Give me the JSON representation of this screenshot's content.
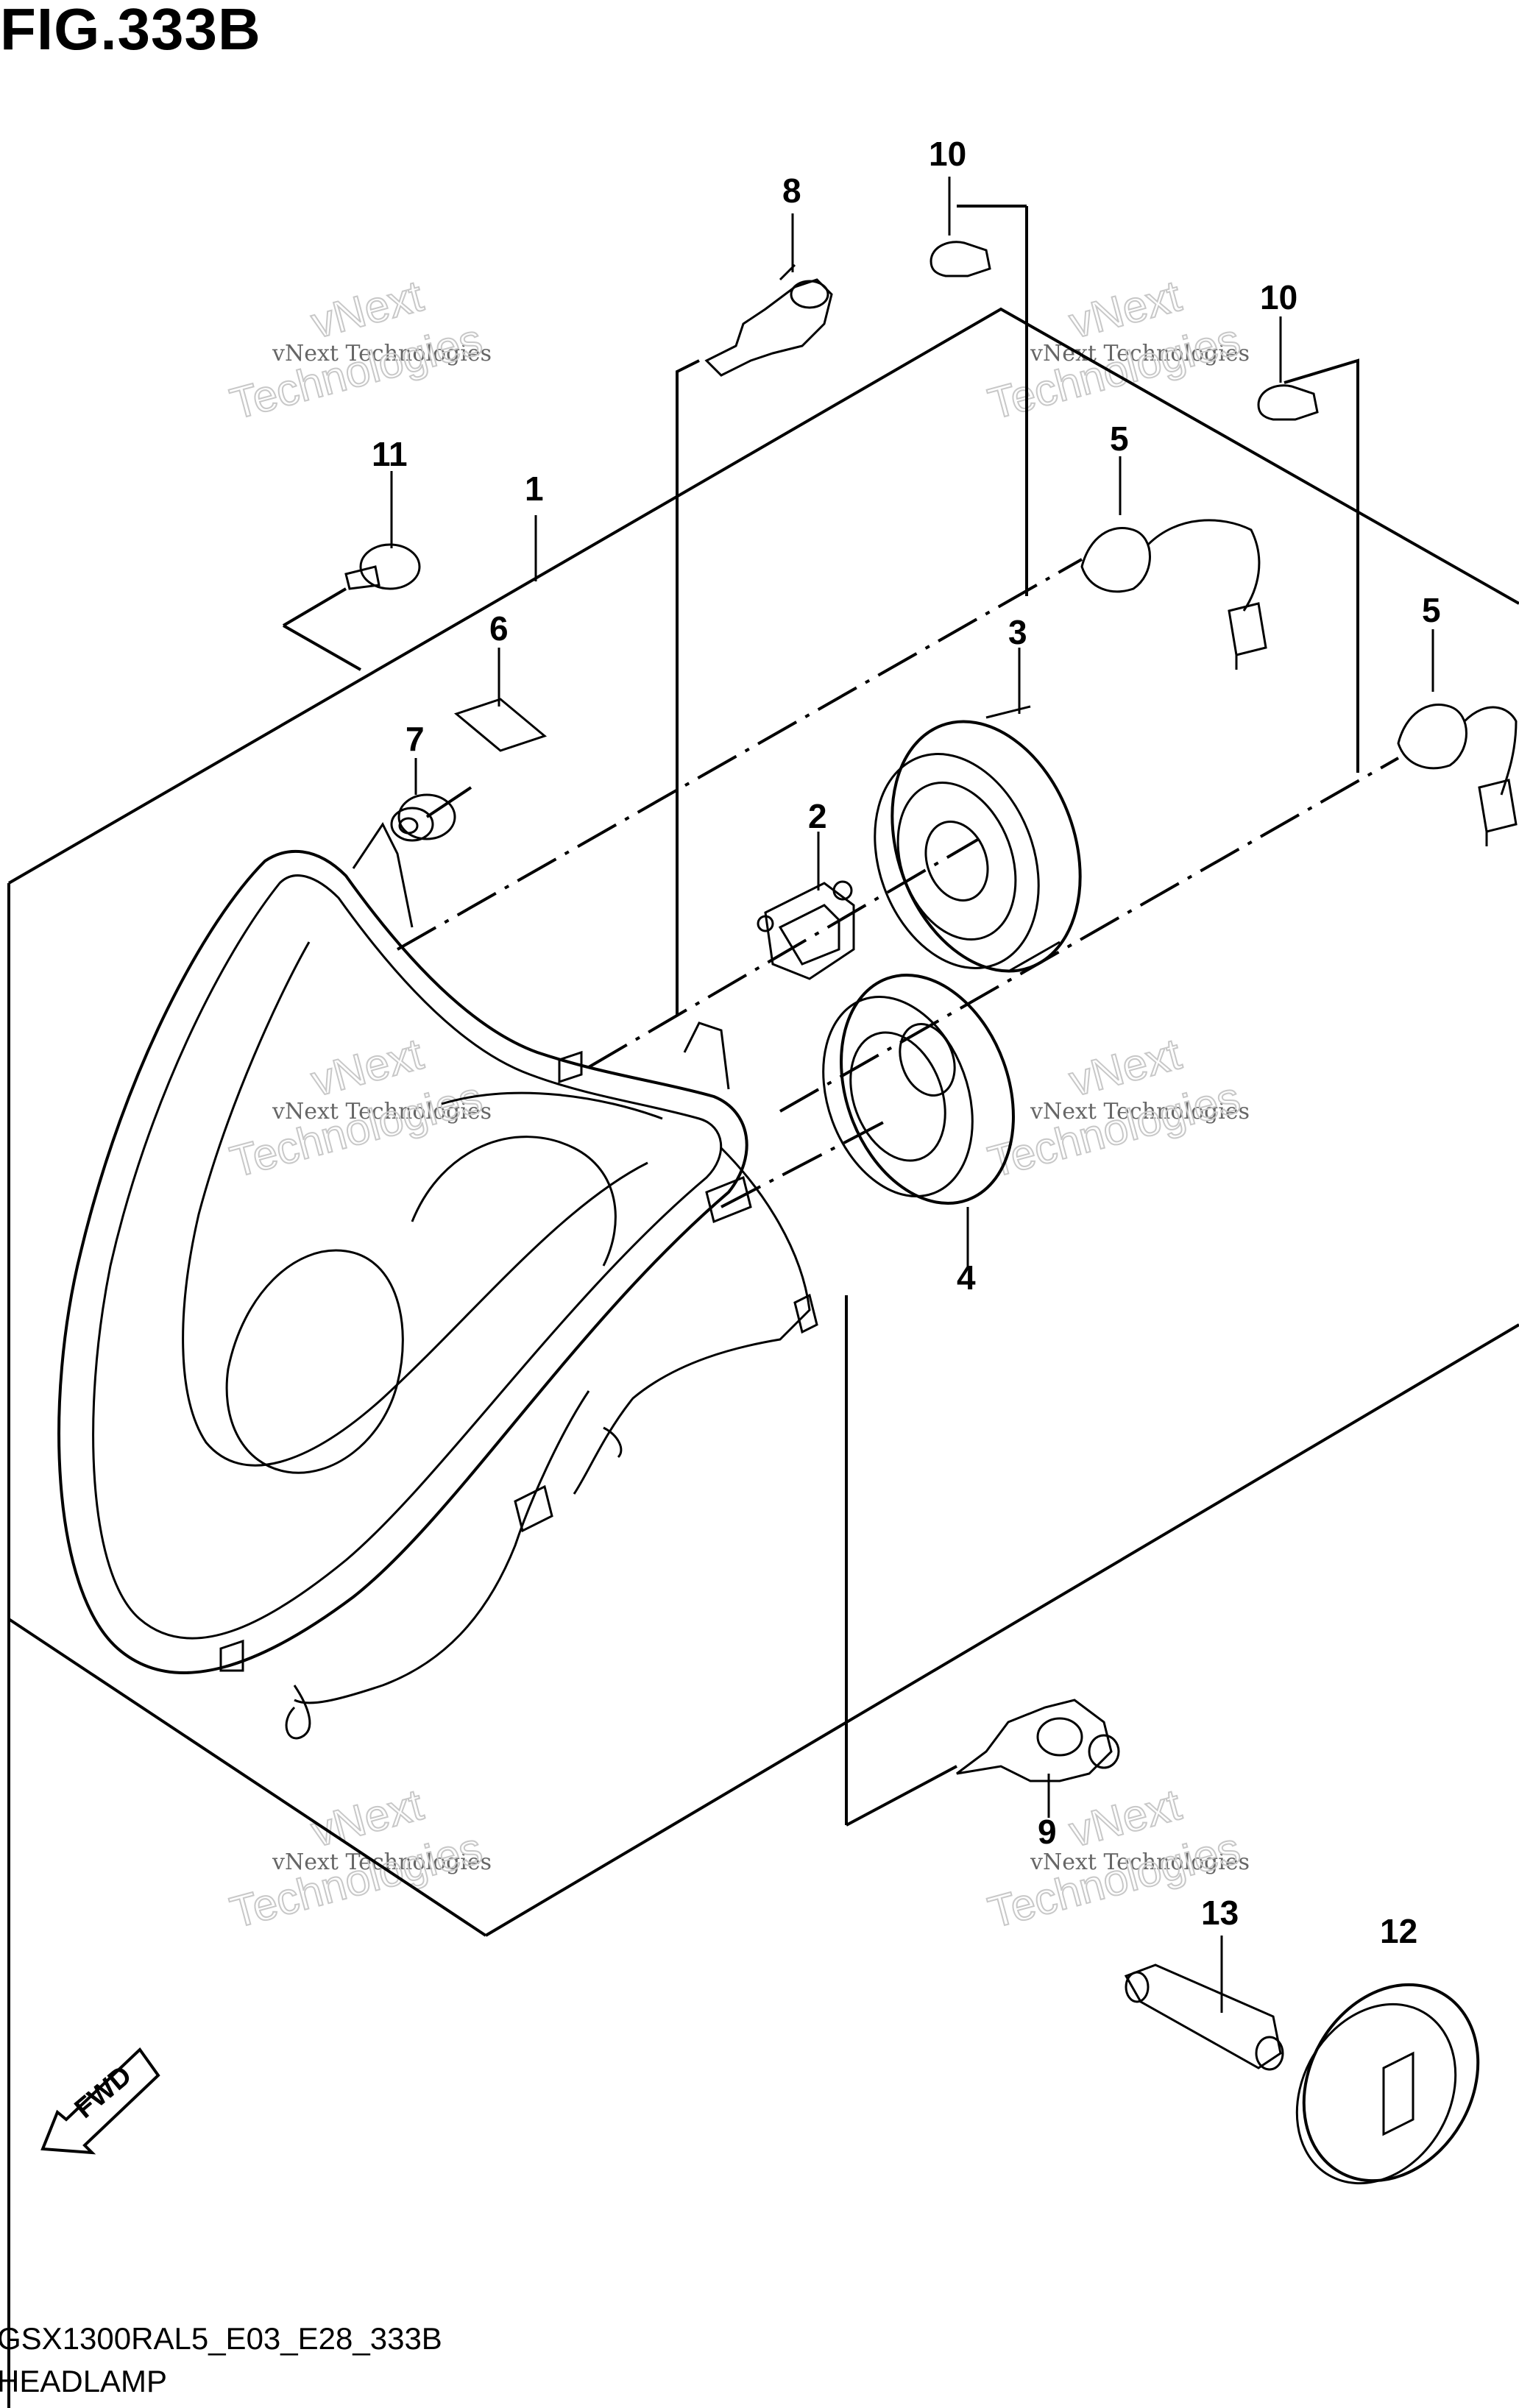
{
  "figure": {
    "title": "FIG.333B",
    "code": "GSX1300RAL5_E03_E28_333B",
    "name": "HEADLAMP"
  },
  "watermark": {
    "line1": "vNext Technologies",
    "line2": "vNext",
    "line3": "Technologies"
  },
  "direction_arrow": "FWD",
  "callouts": [
    {
      "id": "1",
      "label": "1"
    },
    {
      "id": "2",
      "label": "2"
    },
    {
      "id": "3",
      "label": "3"
    },
    {
      "id": "4",
      "label": "4"
    },
    {
      "id": "5a",
      "label": "5"
    },
    {
      "id": "5b",
      "label": "5"
    },
    {
      "id": "6",
      "label": "6"
    },
    {
      "id": "7",
      "label": "7"
    },
    {
      "id": "8",
      "label": "8"
    },
    {
      "id": "9",
      "label": "9"
    },
    {
      "id": "10a",
      "label": "10"
    },
    {
      "id": "10b",
      "label": "10"
    },
    {
      "id": "11",
      "label": "11"
    },
    {
      "id": "12",
      "label": "12"
    },
    {
      "id": "13",
      "label": "13"
    }
  ]
}
